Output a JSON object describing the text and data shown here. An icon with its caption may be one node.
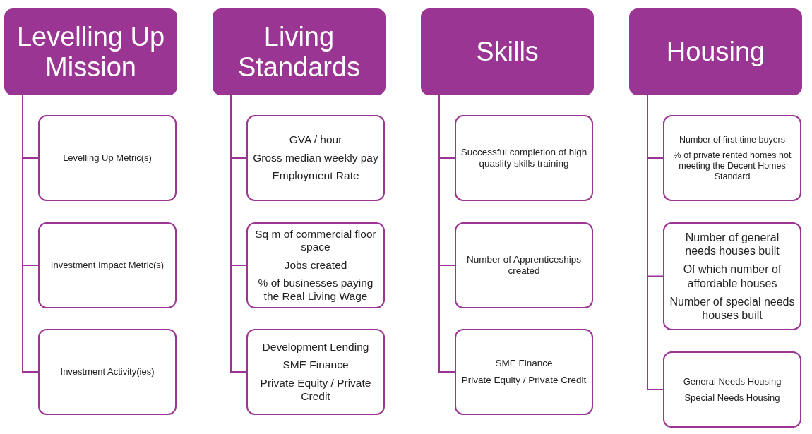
{
  "diagram": {
    "nodes": [
      {
        "text": [
          "Levelling Up Mission"
        ]
      },
      {
        "text": [
          "Levelling Up Metric(s)"
        ]
      },
      {
        "text": [
          "Investment Impact Metric(s)"
        ]
      },
      {
        "text": [
          "Investment Activity(ies)"
        ]
      },
      {
        "text": [
          "Living Standards"
        ]
      },
      {
        "text": [
          "GVA / hour",
          "Gross median weekly pay",
          "Employment Rate"
        ]
      },
      {
        "text": [
          "Sq m of commercial floor space",
          "Jobs created",
          "% of businesses paying the Real Living Wage"
        ]
      },
      {
        "text": [
          "Development Lending",
          "SME Finance",
          "Private Equity / Private Credit"
        ]
      },
      {
        "text": [
          "Skills"
        ]
      },
      {
        "text": [
          "Successful completion of high quaslity skills training"
        ]
      },
      {
        "text": [
          "Number of Apprenticeships created"
        ]
      },
      {
        "text": [
          "SME Finance",
          "Private Equity / Private Credit"
        ]
      },
      {
        "text": [
          "Housing"
        ]
      },
      {
        "text": [
          "Number of first time buyers",
          "% of private rented homes not meeting the Decent Homes Standard"
        ]
      },
      {
        "text": [
          "Number of general needs houses built",
          "Of which number of affordable houses",
          "Number of special needs houses built"
        ]
      },
      {
        "text": [
          "General Needs Housing",
          "Special Needs Housing"
        ]
      }
    ],
    "edges": [
      {
        "from": 0,
        "to": 1,
        "arrow": "none"
      },
      {
        "from": 0,
        "to": 2,
        "arrow": "none"
      },
      {
        "from": 0,
        "to": 3,
        "arrow": "none"
      },
      {
        "from": 4,
        "to": 5,
        "arrow": "none"
      },
      {
        "from": 4,
        "to": 6,
        "arrow": "none"
      },
      {
        "from": 4,
        "to": 7,
        "arrow": "none"
      },
      {
        "from": 8,
        "to": 9,
        "arrow": "none"
      },
      {
        "from": 8,
        "to": 10,
        "arrow": "none"
      },
      {
        "from": 8,
        "to": 11,
        "arrow": "none"
      },
      {
        "from": 12,
        "to": 13,
        "arrow": "none"
      },
      {
        "from": 12,
        "to": 14,
        "arrow": "none"
      },
      {
        "from": 12,
        "to": 15,
        "arrow": "none"
      }
    ]
  }
}
